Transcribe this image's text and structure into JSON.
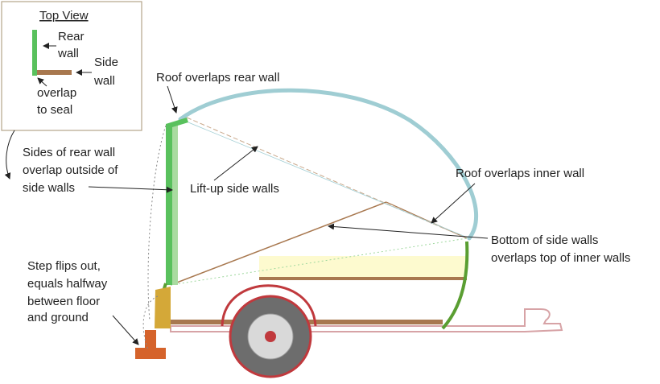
{
  "inset": {
    "title": "Top View",
    "rear_wall_label": [
      "Rear",
      "wall"
    ],
    "side_wall_label": [
      "Side",
      "wall"
    ],
    "overlap_label": [
      "overlap",
      "to seal"
    ]
  },
  "callouts": {
    "roof_rear": "Roof overlaps rear wall",
    "sides_rear": [
      "Sides of rear wall",
      "overlap outside of",
      "side walls"
    ],
    "lift_up": "Lift-up side walls",
    "roof_inner": "Roof overlaps inner wall",
    "bottom_side": [
      "Bottom of side walls",
      "overlaps top of inner walls"
    ],
    "step": [
      "Step flips out,",
      "equals halfway",
      "between floor",
      "and ground"
    ]
  },
  "colors": {
    "wall_green": "#59c15d",
    "roof_blue": "#9fcdd3",
    "side_wall_brown": "#a8784f",
    "mattress_yellow": "#fdfacf",
    "fender_red": "#c0393d",
    "tire_gray": "#6d6d6d",
    "step_orange": "#d5632b",
    "step_gold": "#d4a838"
  }
}
